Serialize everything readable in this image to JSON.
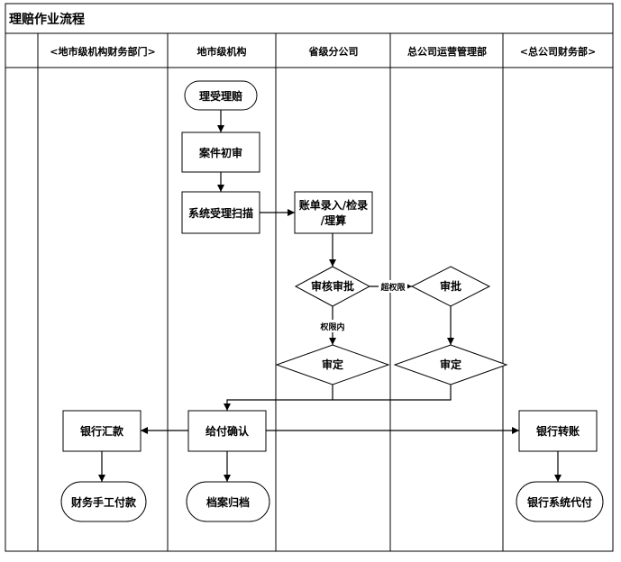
{
  "title": "理赔作业流程",
  "lanes": [
    "<地市级机构财务部门>",
    "地市级机构",
    "省级分公司",
    "总公司运营管理部",
    "<总公司财务部>"
  ],
  "nodes": {
    "receive": "理受理赔",
    "initial_review": "案件初审",
    "system_scan": "系统受理扫描",
    "entry": [
      "账单录入/检录",
      "/理算"
    ],
    "review_approve": "审核审批",
    "approve": "审批",
    "decide_province": "审定",
    "decide_hq": "审定",
    "payment_confirm": "给付确认",
    "bank_remit": "银行汇款",
    "manual_pay": "财务手工付款",
    "archive": "档案归档",
    "bank_transfer": "银行转账",
    "bank_system_pay": "银行系统代付"
  },
  "edge_labels": {
    "over_limit": "超权限",
    "within_limit": "权限内"
  },
  "colors": {
    "stroke": "#000000",
    "fill": "#ffffff"
  }
}
